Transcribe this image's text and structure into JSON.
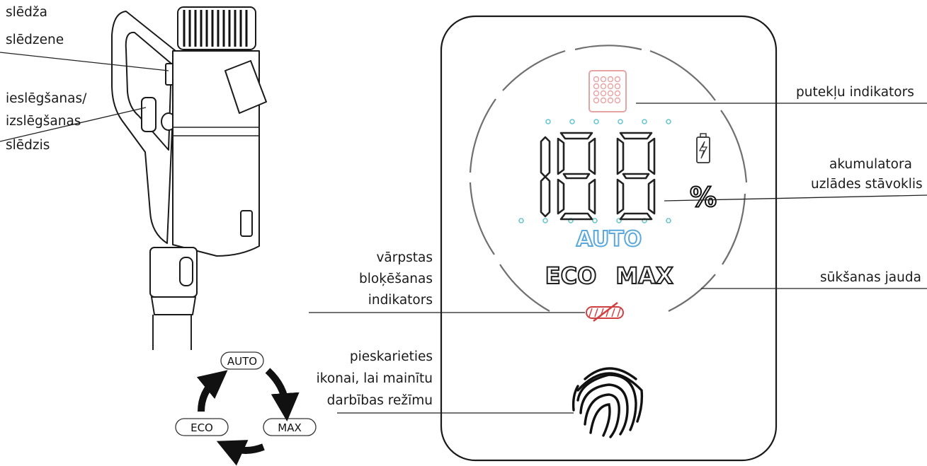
{
  "labels": {
    "switch_lock_line1": "slēdža",
    "switch_lock_line2": "slēdzene",
    "power_switch_line1": "ieslēgšanas/",
    "power_switch_line2": "izslēgšanas",
    "power_switch_line3": "slēdzis",
    "dust_indicator": "putekļu indikators",
    "battery_line1": "akumulatora",
    "battery_line2": "uzlādes stāvoklis",
    "suction_power": "sūkšanas jauda",
    "spindle_lock_line1": "vārpstas",
    "spindle_lock_line2": "bloķēšanas",
    "spindle_lock_line3": "indikators",
    "touch_line1": "pieskarieties",
    "touch_line2": "ikonai, lai mainītu",
    "touch_line3": "darbības režīmu"
  },
  "display": {
    "digits": "188",
    "percent": "%",
    "mode_auto": "AUTO",
    "mode_eco": "ECO",
    "mode_max": "MAX"
  },
  "cycle": {
    "auto": "AUTO",
    "max": "MAX",
    "eco": "ECO"
  },
  "colors": {
    "accent_cyan": "#6cc6d0",
    "auto_blue": "#5aa8dc",
    "indicator_red": "#d04040",
    "dust_pink": "#e6a3a3"
  }
}
